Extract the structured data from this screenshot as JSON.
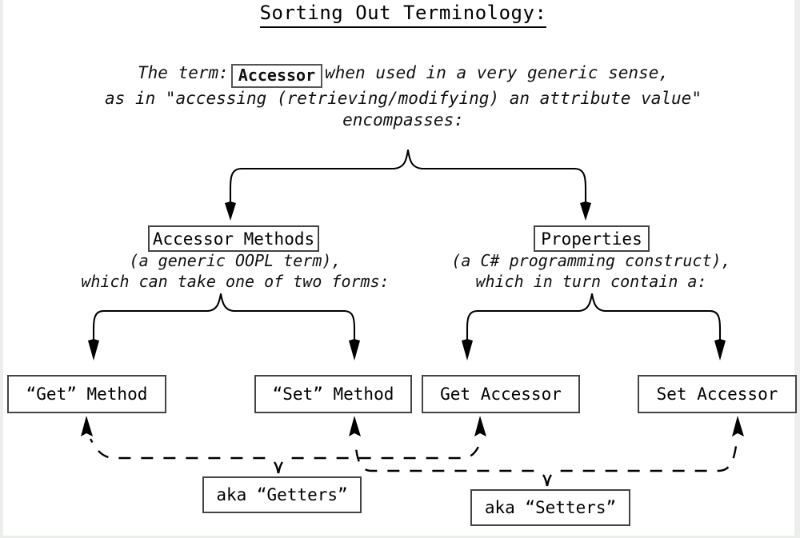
{
  "title": "Sorting Out Terminology:",
  "intro": {
    "line1_before": "The term:",
    "highlight": "Accessor",
    "line1_after": "when used in a very generic sense,",
    "line2": "as in \"accessing (retrieving/modifying) an attribute value\"",
    "line3": "encompasses:"
  },
  "nodes": {
    "accessor_methods": {
      "label": "Accessor Methods",
      "caption_line1": "(a generic OOPL term),",
      "caption_line2": "which can take one of two forms:"
    },
    "properties": {
      "label": "Properties",
      "caption_line1": "(a C# programming construct),",
      "caption_line2": "which in turn contain a:"
    },
    "get_method": {
      "label": "“Get” Method"
    },
    "set_method": {
      "label": "“Set” Method"
    },
    "get_accessor": {
      "label": "Get Accessor"
    },
    "set_accessor": {
      "label": "Set Accessor"
    },
    "getters": {
      "label": "aka “Getters”"
    },
    "setters": {
      "label": "aka “Setters”"
    }
  },
  "colors": {
    "background": "#ffffff",
    "page_edge": "#eceeec",
    "text": "#000000",
    "box_border": "#444444",
    "connector": "#000000"
  },
  "connectors": [
    {
      "name": "brace-intro-to-level2",
      "style": "solid",
      "from": "encompasses",
      "to": [
        "accessor_methods",
        "properties"
      ]
    },
    {
      "name": "brace-accessor-methods-to-methods",
      "style": "solid",
      "from": "accessor_methods",
      "to": [
        "get_method",
        "set_method"
      ]
    },
    {
      "name": "brace-properties-to-accessors",
      "style": "solid",
      "from": "properties",
      "to": [
        "get_accessor",
        "set_accessor"
      ]
    },
    {
      "name": "dashed-brace-getters",
      "style": "dashed",
      "from": "getters",
      "to": [
        "get_method",
        "get_accessor"
      ]
    },
    {
      "name": "dashed-brace-setters",
      "style": "dashed",
      "from": "setters",
      "to": [
        "set_method",
        "set_accessor"
      ]
    }
  ]
}
